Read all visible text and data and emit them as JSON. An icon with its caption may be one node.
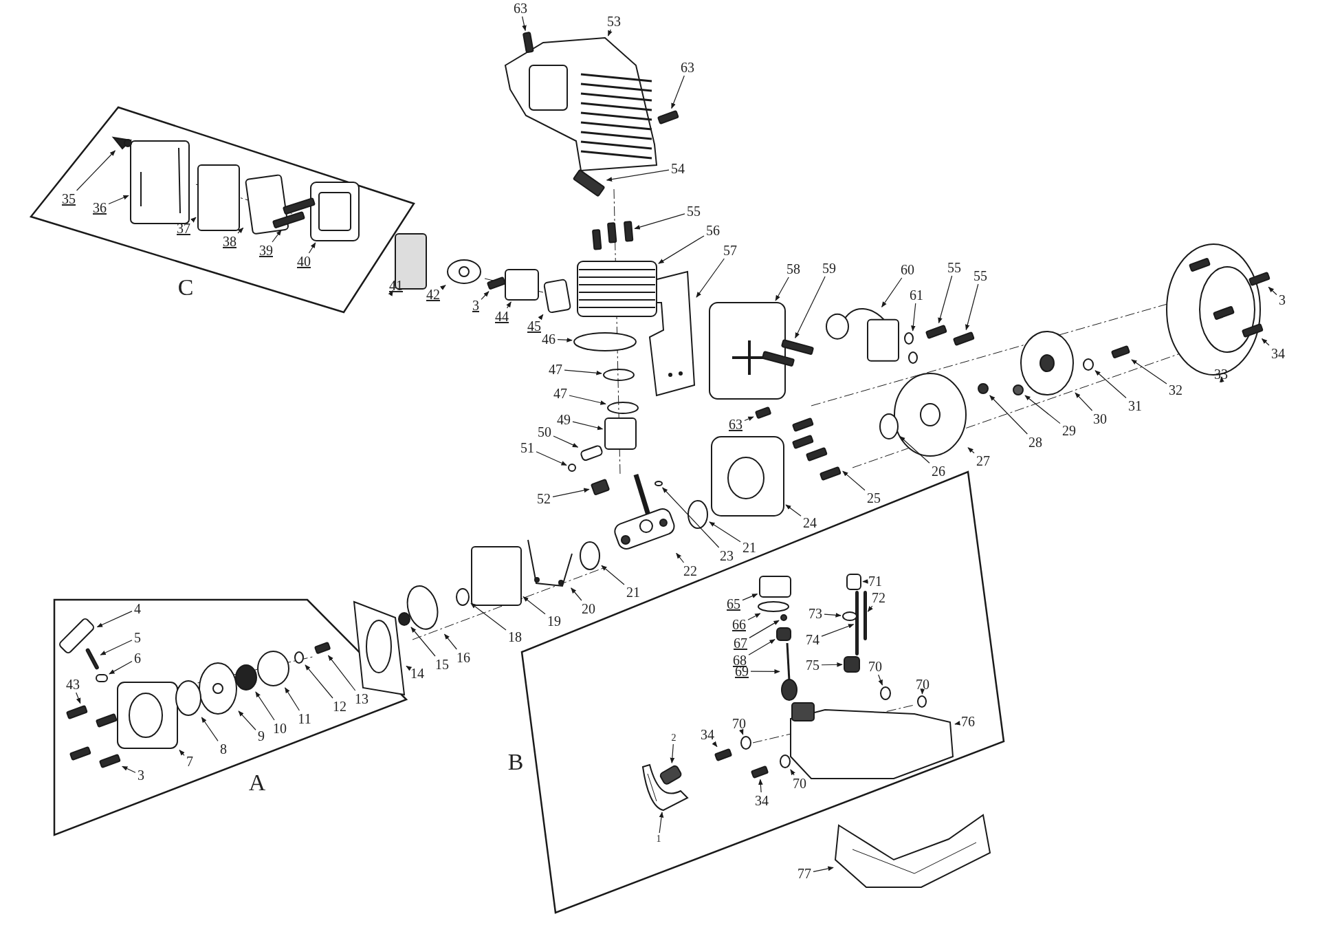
{
  "diagram": {
    "nodes": [
      {
        "text": [
          "C"
        ]
      },
      {
        "text": [
          "35"
        ],
        "in": 0
      },
      {
        "text": [
          "36"
        ],
        "in": 0
      },
      {
        "text": [
          "37"
        ],
        "in": 0
      },
      {
        "text": [
          "38"
        ],
        "in": 0
      },
      {
        "text": [
          "39"
        ],
        "in": 0
      },
      {
        "text": [
          "40"
        ],
        "in": 0
      },
      {
        "text": [
          "63"
        ]
      },
      {
        "text": [
          "53"
        ]
      },
      {
        "text": [
          "63"
        ]
      },
      {
        "text": [
          "54"
        ]
      },
      {
        "text": [
          "55"
        ]
      },
      {
        "text": [
          "56"
        ]
      },
      {
        "text": [
          "57"
        ]
      },
      {
        "text": [
          "58"
        ]
      },
      {
        "text": [
          "59"
        ]
      },
      {
        "text": [
          "60"
        ]
      },
      {
        "text": [
          "61"
        ]
      },
      {
        "text": [
          "55"
        ]
      },
      {
        "text": [
          "55"
        ]
      },
      {
        "text": [
          "3"
        ]
      },
      {
        "text": [
          "34"
        ]
      },
      {
        "text": [
          "41"
        ]
      },
      {
        "text": [
          "42"
        ]
      },
      {
        "text": [
          "3"
        ]
      },
      {
        "text": [
          "44"
        ]
      },
      {
        "text": [
          "45"
        ]
      },
      {
        "text": [
          "46"
        ]
      },
      {
        "text": [
          "47"
        ]
      },
      {
        "text": [
          "47"
        ]
      },
      {
        "text": [
          "49"
        ]
      },
      {
        "text": [
          "50"
        ]
      },
      {
        "text": [
          "51"
        ]
      },
      {
        "text": [
          "52"
        ]
      },
      {
        "text": [
          "63"
        ]
      },
      {
        "text": [
          "33"
        ]
      },
      {
        "text": [
          "32"
        ]
      },
      {
        "text": [
          "31"
        ]
      },
      {
        "text": [
          "30"
        ]
      },
      {
        "text": [
          "29"
        ]
      },
      {
        "text": [
          "28"
        ]
      },
      {
        "text": [
          "27"
        ]
      },
      {
        "text": [
          "26"
        ]
      },
      {
        "text": [
          "25"
        ]
      },
      {
        "text": [
          "24"
        ]
      },
      {
        "text": [
          "23"
        ]
      },
      {
        "text": [
          "21"
        ]
      },
      {
        "text": [
          "22"
        ]
      },
      {
        "text": [
          "21"
        ]
      },
      {
        "text": [
          "20"
        ]
      },
      {
        "text": [
          "19"
        ]
      },
      {
        "text": [
          "18"
        ]
      },
      {
        "text": [
          "16"
        ]
      },
      {
        "text": [
          "15"
        ]
      },
      {
        "text": [
          "14"
        ]
      },
      {
        "text": [
          "A"
        ]
      },
      {
        "text": [
          "4"
        ],
        "in": 55
      },
      {
        "text": [
          "5"
        ],
        "in": 55
      },
      {
        "text": [
          "6"
        ],
        "in": 55
      },
      {
        "text": [
          "43"
        ],
        "in": 55
      },
      {
        "text": [
          "13"
        ],
        "in": 55
      },
      {
        "text": [
          "12"
        ],
        "in": 55
      },
      {
        "text": [
          "11"
        ],
        "in": 55
      },
      {
        "text": [
          "10"
        ],
        "in": 55
      },
      {
        "text": [
          "9"
        ],
        "in": 55
      },
      {
        "text": [
          "8"
        ],
        "in": 55
      },
      {
        "text": [
          "7"
        ],
        "in": 55
      },
      {
        "text": [
          "3"
        ],
        "in": 55
      },
      {
        "text": [
          "B"
        ]
      },
      {
        "text": [
          "65"
        ],
        "in": 68
      },
      {
        "text": [
          "71"
        ],
        "in": 68
      },
      {
        "text": [
          "72"
        ],
        "in": 68
      },
      {
        "text": [
          "66"
        ],
        "in": 68
      },
      {
        "text": [
          "73"
        ],
        "in": 68
      },
      {
        "text": [
          "67"
        ],
        "in": 68
      },
      {
        "text": [
          "74"
        ],
        "in": 68
      },
      {
        "text": [
          "68"
        ],
        "in": 68
      },
      {
        "text": [
          "69"
        ],
        "in": 68
      },
      {
        "text": [
          "75"
        ],
        "in": 68
      },
      {
        "text": [
          "70"
        ],
        "in": 68
      },
      {
        "text": [
          "70"
        ],
        "in": 68
      },
      {
        "text": [
          "76"
        ],
        "in": 68
      },
      {
        "text": [
          "70"
        ],
        "in": 68
      },
      {
        "text": [
          "34"
        ],
        "in": 68
      },
      {
        "text": [
          "2"
        ],
        "in": 68
      },
      {
        "text": [
          "70"
        ],
        "in": 68
      },
      {
        "text": [
          "34"
        ],
        "in": 68
      },
      {
        "text": [
          "1"
        ],
        "in": 68
      },
      {
        "text": [
          "77"
        ]
      },
      {
        "text": [],
        "shape": "picture",
        "in": 0
      },
      {
        "text": [],
        "shape": "picture",
        "in": 0
      },
      {
        "text": [],
        "shape": "box",
        "in": 0
      },
      {
        "text": [],
        "shape": "box",
        "in": 0
      },
      {
        "text": [],
        "shape": "picture",
        "in": 0
      },
      {
        "text": [],
        "shape": "picture",
        "in": 0
      },
      {
        "text": [],
        "shape": "bar"
      },
      {
        "text": [],
        "shape": "picture"
      },
      {
        "text": [],
        "shape": "bar"
      },
      {
        "text": [],
        "shape": "bar"
      },
      {
        "text": [],
        "shape": "picture"
      },
      {
        "text": [],
        "shape": "picture"
      },
      {
        "text": [],
        "shape": "picture"
      },
      {
        "text": [],
        "shape": "picture"
      },
      {
        "text": [],
        "shape": "picture"
      },
      {
        "text": [],
        "shape": "picture"
      },
      {
        "text": [],
        "shape": "picture"
      },
      {
        "text": [],
        "shape": "bar"
      },
      {
        "text": [],
        "shape": "bar"
      },
      {
        "text": [],
        "shape": "bar"
      },
      {
        "text": [],
        "shape": "bar"
      },
      {
        "text": [],
        "shape": "box"
      },
      {
        "text": [],
        "shape": "picture"
      },
      {
        "text": [],
        "shape": "bar"
      },
      {
        "text": [],
        "shape": "box"
      },
      {
        "text": [],
        "shape": "box"
      },
      {
        "text": [],
        "shape": "circle"
      },
      {
        "text": [],
        "shape": "circle"
      },
      {
        "text": [],
        "shape": "circle"
      },
      {
        "text": [],
        "shape": "box"
      },
      {
        "text": [],
        "shape": "box"
      },
      {
        "text": [],
        "shape": "circle"
      },
      {
        "text": [],
        "shape": "bar"
      },
      {
        "text": [],
        "shape": "bar"
      },
      {
        "text": [],
        "shape": "picture"
      },
      {
        "text": [],
        "shape": "bar"
      },
      {
        "text": [],
        "shape": "circle"
      },
      {
        "text": [],
        "shape": "picture"
      },
      {
        "text": [],
        "shape": "circle"
      },
      {
        "text": [],
        "shape": "circle"
      },
      {
        "text": [],
        "shape": "picture"
      },
      {
        "text": [],
        "shape": "circle"
      },
      {
        "text": [],
        "shape": "picture"
      },
      {
        "text": [],
        "shape": "picture"
      },
      {
        "text": [],
        "shape": "circle"
      },
      {
        "text": [],
        "shape": "circle"
      },
      {
        "text": [],
        "shape": "picture"
      },
      {
        "text": [],
        "shape": "circle"
      },
      {
        "text": [],
        "shape": "picture"
      },
      {
        "text": [],
        "shape": "box"
      },
      {
        "text": [],
        "shape": "circle"
      },
      {
        "text": [],
        "shape": "circle"
      },
      {
        "text": [],
        "shape": "circle"
      },
      {
        "text": [],
        "shape": "picture"
      },
      {
        "text": [],
        "shape": "box",
        "in": 55
      },
      {
        "text": [],
        "shape": "bar",
        "in": 55
      },
      {
        "text": [],
        "shape": "box",
        "in": 55
      },
      {
        "text": [],
        "shape": "picture",
        "in": 55
      },
      {
        "text": [],
        "shape": "bar",
        "in": 55
      },
      {
        "text": [],
        "shape": "circle",
        "in": 55
      },
      {
        "text": [],
        "shape": "circle",
        "in": 55
      },
      {
        "text": [],
        "shape": "circle",
        "in": 55
      },
      {
        "text": [],
        "shape": "picture",
        "in": 55
      },
      {
        "text": [],
        "shape": "circle",
        "in": 55
      },
      {
        "text": [],
        "shape": "picture",
        "in": 55
      },
      {
        "text": [],
        "shape": "bar",
        "in": 55
      },
      {
        "text": [],
        "shape": "box",
        "in": 68
      },
      {
        "text": [],
        "shape": "box",
        "in": 68
      },
      {
        "text": [],
        "shape": "bar",
        "in": 68
      },
      {
        "text": [],
        "shape": "circle",
        "in": 68
      },
      {
        "text": [],
        "shape": "circle",
        "in": 68
      },
      {
        "text": [],
        "shape": "circle",
        "in": 68
      },
      {
        "text": [],
        "shape": "bar",
        "in": 68
      },
      {
        "text": [],
        "shape": "box",
        "in": 68
      },
      {
        "text": [],
        "shape": "picture",
        "in": 68
      },
      {
        "text": [],
        "shape": "box",
        "in": 68
      },
      {
        "text": [],
        "shape": "circle",
        "in": 68
      },
      {
        "text": [],
        "shape": "circle",
        "in": 68
      },
      {
        "text": [],
        "shape": "picture",
        "in": 68
      },
      {
        "text": [],
        "shape": "circle",
        "in": 68
      },
      {
        "text": [],
        "shape": "bar",
        "in": 68
      },
      {
        "text": [],
        "shape": "box",
        "in": 68
      },
      {
        "text": [],
        "shape": "circle",
        "in": 68
      },
      {
        "text": [],
        "shape": "bar",
        "in": 68
      },
      {
        "text": [],
        "shape": "picture",
        "in": 68
      },
      {
        "text": [],
        "shape": "picture"
      }
    ],
    "edges": [
      {
        "from": 1,
        "to": 89,
        "arrow": "to"
      },
      {
        "from": 2,
        "to": 90,
        "arrow": "to"
      },
      {
        "from": 3,
        "to": 91,
        "arrow": "to"
      },
      {
        "from": 4,
        "to": 92,
        "arrow": "to"
      },
      {
        "from": 5,
        "to": 93,
        "arrow": "to"
      },
      {
        "from": 6,
        "to": 94,
        "arrow": "to"
      },
      {
        "from": 7,
        "to": 95,
        "arrow": "to"
      },
      {
        "from": 8,
        "to": 96,
        "arrow": "to"
      },
      {
        "from": 9,
        "to": 97,
        "arrow": "to"
      },
      {
        "from": 10,
        "to": 98,
        "arrow": "to"
      },
      {
        "from": 11,
        "to": 99,
        "arrow": "to"
      },
      {
        "from": 12,
        "to": 100,
        "arrow": "to"
      },
      {
        "from": 13,
        "to": 101,
        "arrow": "to"
      },
      {
        "from": 14,
        "to": 102,
        "arrow": "to"
      },
      {
        "from": 15,
        "to": 103,
        "arrow": "to"
      },
      {
        "from": 16,
        "to": 104,
        "arrow": "to"
      },
      {
        "from": 17,
        "to": 105,
        "arrow": "to"
      },
      {
        "from": 18,
        "to": 106,
        "arrow": "to"
      },
      {
        "from": 19,
        "to": 107,
        "arrow": "to"
      },
      {
        "from": 20,
        "to": 108,
        "arrow": "to"
      },
      {
        "from": 21,
        "to": 109,
        "arrow": "to"
      },
      {
        "from": 22,
        "to": 110,
        "arrow": "to"
      },
      {
        "from": 23,
        "to": 111,
        "arrow": "to"
      },
      {
        "from": 24,
        "to": 112,
        "arrow": "to"
      },
      {
        "from": 25,
        "to": 113,
        "arrow": "to"
      },
      {
        "from": 26,
        "to": 114,
        "arrow": "to"
      },
      {
        "from": 27,
        "to": 115,
        "arrow": "to"
      },
      {
        "from": 28,
        "to": 116,
        "arrow": "to"
      },
      {
        "from": 29,
        "to": 117,
        "arrow": "to"
      },
      {
        "from": 30,
        "to": 118,
        "arrow": "to"
      },
      {
        "from": 31,
        "to": 119,
        "arrow": "to"
      },
      {
        "from": 32,
        "to": 120,
        "arrow": "to"
      },
      {
        "from": 33,
        "to": 121,
        "arrow": "to"
      },
      {
        "from": 34,
        "to": 122,
        "arrow": "to"
      },
      {
        "from": 35,
        "to": 123,
        "arrow": "to"
      },
      {
        "from": 36,
        "to": 124,
        "arrow": "to"
      },
      {
        "from": 37,
        "to": 125,
        "arrow": "to"
      },
      {
        "from": 38,
        "to": 126,
        "arrow": "to"
      },
      {
        "from": 39,
        "to": 127,
        "arrow": "to"
      },
      {
        "from": 40,
        "to": 128,
        "arrow": "to"
      },
      {
        "from": 41,
        "to": 129,
        "arrow": "to"
      },
      {
        "from": 42,
        "to": 130,
        "arrow": "to"
      },
      {
        "from": 43,
        "to": 131,
        "arrow": "to"
      },
      {
        "from": 44,
        "to": 132,
        "arrow": "to"
      },
      {
        "from": 45,
        "to": 133,
        "arrow": "to"
      },
      {
        "from": 46,
        "to": 134,
        "arrow": "to"
      },
      {
        "from": 47,
        "to": 135,
        "arrow": "to"
      },
      {
        "from": 48,
        "to": 136,
        "arrow": "to"
      },
      {
        "from": 49,
        "to": 137,
        "arrow": "to"
      },
      {
        "from": 50,
        "to": 138,
        "arrow": "to"
      },
      {
        "from": 51,
        "to": 139,
        "arrow": "to"
      },
      {
        "from": 52,
        "to": 140,
        "arrow": "to"
      },
      {
        "from": 53,
        "to": 141,
        "arrow": "to"
      },
      {
        "from": 54,
        "to": 142,
        "arrow": "to"
      },
      {
        "from": 56,
        "to": 143,
        "arrow": "to"
      },
      {
        "from": 57,
        "to": 144,
        "arrow": "to"
      },
      {
        "from": 58,
        "to": 145,
        "arrow": "to"
      },
      {
        "from": 59,
        "to": 146,
        "arrow": "to"
      },
      {
        "from": 60,
        "to": 147,
        "arrow": "to"
      },
      {
        "from": 61,
        "to": 148,
        "arrow": "to"
      },
      {
        "from": 62,
        "to": 149,
        "arrow": "to"
      },
      {
        "from": 63,
        "to": 150,
        "arrow": "to"
      },
      {
        "from": 64,
        "to": 151,
        "arrow": "to"
      },
      {
        "from": 65,
        "to": 152,
        "arrow": "to"
      },
      {
        "from": 66,
        "to": 153,
        "arrow": "to"
      },
      {
        "from": 67,
        "to": 154,
        "arrow": "to"
      },
      {
        "from": 69,
        "to": 155,
        "arrow": "to"
      },
      {
        "from": 70,
        "to": 156,
        "arrow": "to"
      },
      {
        "from": 71,
        "to": 157,
        "arrow": "to"
      },
      {
        "from": 72,
        "to": 158,
        "arrow": "to"
      },
      {
        "from": 73,
        "to": 159,
        "arrow": "to"
      },
      {
        "from": 74,
        "to": 160,
        "arrow": "to"
      },
      {
        "from": 75,
        "to": 161,
        "arrow": "to"
      },
      {
        "from": 76,
        "to": 162,
        "arrow": "to"
      },
      {
        "from": 77,
        "to": 163,
        "arrow": "to"
      },
      {
        "from": 78,
        "to": 164,
        "arrow": "to"
      },
      {
        "from": 79,
        "to": 165,
        "arrow": "to"
      },
      {
        "from": 80,
        "to": 166,
        "arrow": "to"
      },
      {
        "from": 81,
        "to": 167,
        "arrow": "to"
      },
      {
        "from": 82,
        "to": 168,
        "arrow": "to"
      },
      {
        "from": 83,
        "to": 169,
        "arrow": "to"
      },
      {
        "from": 84,
        "to": 170,
        "arrow": "to"
      },
      {
        "from": 85,
        "to": 171,
        "arrow": "to"
      },
      {
        "from": 86,
        "to": 172,
        "arrow": "to"
      },
      {
        "from": 87,
        "to": 173,
        "arrow": "to"
      },
      {
        "from": 88,
        "to": 174,
        "arrow": "to"
      }
    ]
  }
}
